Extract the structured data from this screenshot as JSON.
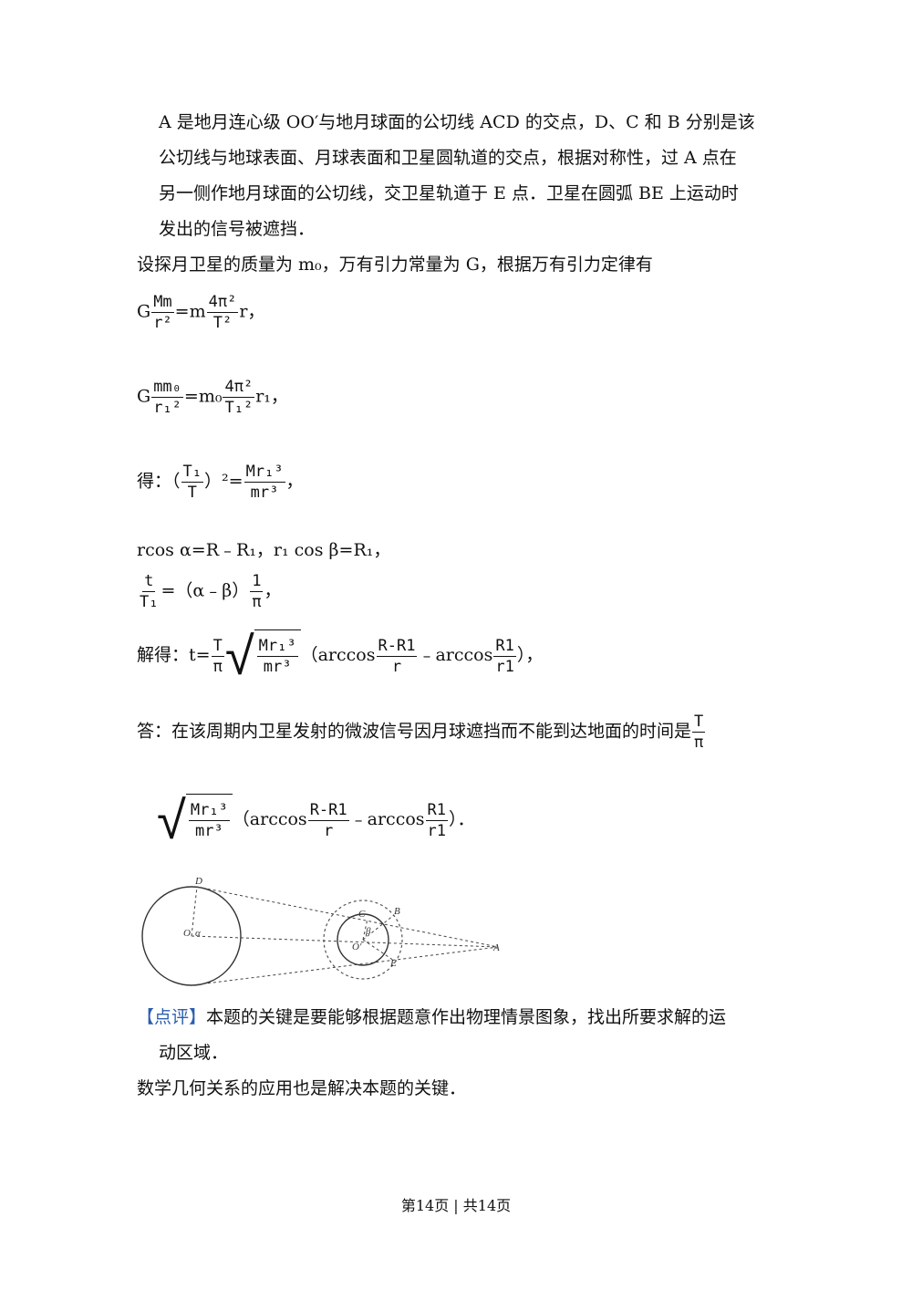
{
  "paragraph1": [
    "A 是地月连心级 OO′与地月球面的公切线 ACD 的交点，D、C 和 B 分别是该",
    "公切线与地球表面、月球表面和卫星圆轨道的交点，根据对称性，过 A 点在",
    "另一侧作地月球面的公切线，交卫星轨道于 E 点．卫星在圆弧 BE 上运动时",
    "发出的信号被遮挡．"
  ],
  "intro_line": "设探月卫星的质量为 m₀，万有引力常量为 G，根据万有引力定律有",
  "eq1": {
    "lead": "G",
    "n1": "Mm",
    "d1": "r²",
    "mid": "=m",
    "n2": "4π²",
    "d2": "T²",
    "tail": "r，"
  },
  "eq2": {
    "lead": "G",
    "n1": "mm₀",
    "d1": "r₁²",
    "mid": "=m₀",
    "n2": "4π²",
    "d2": "T₁²",
    "tail": "r₁，"
  },
  "eq3": {
    "lead": "得：",
    "open": "（",
    "n1": "T₁",
    "d1": "T",
    "close": "）²=",
    "n2": "Mr₁³",
    "d2": "mr³",
    "tail": "，"
  },
  "eq4": "rcos α=R﹣R₁，r₁ cos β=R₁，",
  "eq5": {
    "n1": "t",
    "d1": "T₁",
    "mid": "=（α﹣β）",
    "n2": "1",
    "d2": "π",
    "tail": "，"
  },
  "eq6": {
    "lead": "解得：t=",
    "n1": "T",
    "d1": "π",
    "rn": "Mr₁³",
    "rd": "mr³",
    "open": "（arccos",
    "n2": "R-R1",
    "d2": "r",
    "mid": "﹣arccos",
    "n3": "R1",
    "d3": "r1",
    "tail": "），"
  },
  "answer": {
    "text": "答：在该周期内卫星发射的微波信号因月球遮挡而不能到达地面的时间是",
    "n1": "T",
    "d1": "π"
  },
  "eq7": {
    "rn": "Mr₁³",
    "rd": "mr³",
    "open": "（arccos",
    "n2": "R-R1",
    "d2": "r",
    "mid": "﹣arccos",
    "n3": "R1",
    "d3": "r1",
    "tail": "）．"
  },
  "diagram": {
    "labels": {
      "D": "D",
      "O": "O",
      "alpha": "α",
      "C": "C",
      "B": "B",
      "beta": "β",
      "Oprime": "O′",
      "E": "E",
      "A": "A"
    }
  },
  "comment": {
    "tag": "【点评】",
    "line1": "本题的关键是要能够根据题意作出物理情景图象，找出所要求解的运",
    "line2": "动区域．",
    "line3": "数学几何关系的应用也是解决本题的关键．"
  },
  "footer": "第14页 | 共14页"
}
